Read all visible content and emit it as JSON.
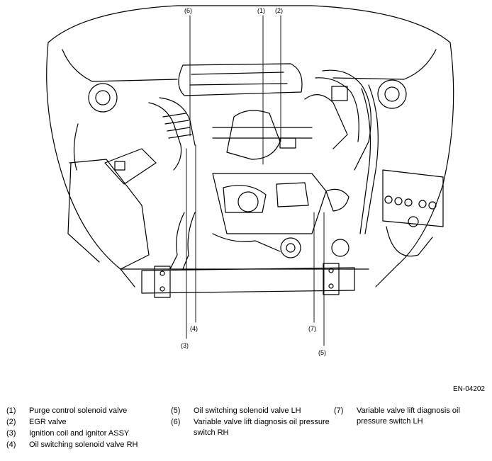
{
  "diagram": {
    "callouts": [
      "(1)",
      "(2)",
      "(3)",
      "(4)",
      "(5)",
      "(6)",
      "(7)"
    ]
  },
  "reference_code": "EN-04202",
  "legend": {
    "column1": [
      {
        "num": "(1)",
        "text": "Purge control solenoid valve"
      },
      {
        "num": "(2)",
        "text": "EGR valve"
      },
      {
        "num": "(3)",
        "text": "Ignition coil and ignitor ASSY"
      },
      {
        "num": "(4)",
        "text": "Oil switching solenoid valve RH"
      }
    ],
    "column2": [
      {
        "num": "(5)",
        "text": "Oil switching solenoid valve LH"
      },
      {
        "num": "(6)",
        "text": "Variable valve lift diagnosis oil pressure switch RH"
      }
    ],
    "column3": [
      {
        "num": "(7)",
        "text": "Variable valve lift diagnosis oil pressure switch LH"
      }
    ]
  }
}
